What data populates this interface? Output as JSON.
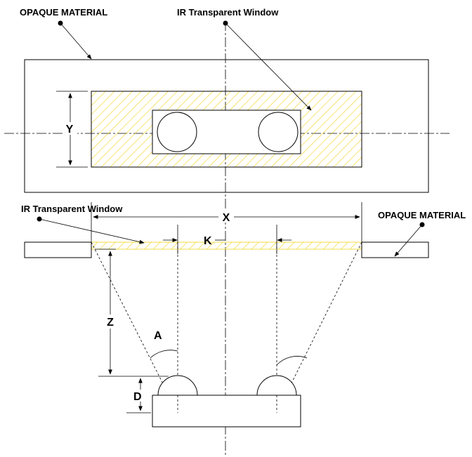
{
  "labels": {
    "opaque_material_top": "OPAQUE MATERIAL",
    "ir_window_top": "IR Transparent Window",
    "ir_window_side": "IR Transparent Window",
    "opaque_material_side": "OPAQUE MATERIAL"
  },
  "dimensions": {
    "x": "X",
    "y": "Y",
    "k": "K",
    "z": "Z",
    "a": "A",
    "d": "D"
  },
  "colors": {
    "window_hatch": "#f2d21c",
    "line": "#000000"
  }
}
